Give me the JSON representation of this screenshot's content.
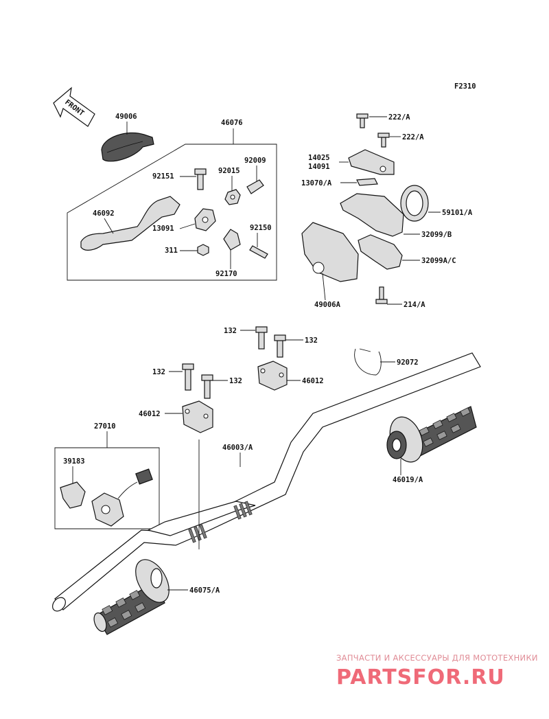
{
  "figure_code": "F2310",
  "front_label": "FRONT",
  "parts": {
    "p49006": "49006",
    "p46076": "46076",
    "p92151": "92151",
    "p92015": "92015",
    "p92009": "92009",
    "p46092": "46092",
    "p13091": "13091",
    "p92150": "92150",
    "p311": "311",
    "p92170": "92170",
    "p222a_1": "222/A",
    "p222a_2": "222/A",
    "p14025": "14025",
    "p14091": "14091",
    "p13070a": "13070/A",
    "p59101a": "59101/A",
    "p32099b": "32099/B",
    "p32099ac": "32099A/C",
    "p214a": "214/A",
    "p49006a": "49006A",
    "p132_1": "132",
    "p132_2": "132",
    "p132_3": "132",
    "p132_4": "132",
    "p46012_1": "46012",
    "p46012_2": "46012",
    "p92072": "92072",
    "p27010": "27010",
    "p39183": "39183",
    "p46003a": "46003/A",
    "p46019a": "46019/A",
    "p46075a": "46075/A"
  },
  "watermark": {
    "tagline": "ЗАПЧАСТИ И АКСЕССУАРЫ ДЛЯ МОТОТЕХНИКИ",
    "brand": "PARTSFOR.RU"
  }
}
